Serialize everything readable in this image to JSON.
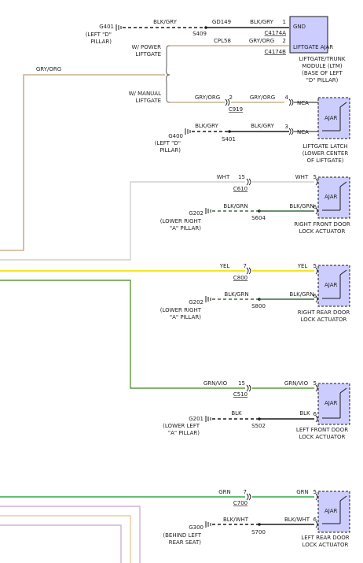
{
  "wire_colors": {
    "blk": "#1a1a1a",
    "gry_org": "#c8b090",
    "wht": "#c8c8c8",
    "yel": "#f2e200",
    "grn": "#2ea84a",
    "blk_grn": "#3d6b3a",
    "grn_vio": "#5a9a3a",
    "vio": "#c7a3c9",
    "org": "#e9c08a",
    "module_fill": "#ccccff"
  },
  "labels": {
    "g401": "G401",
    "g401_loc1": "(LEFT \"D\"",
    "g401_loc2": "PILLAR)",
    "blk_gry": "BLK/GRY",
    "gd149": "GD149",
    "s409": "S409",
    "c4174a": "C4174A",
    "pin1": "1",
    "pin2": "2",
    "pin3": "3",
    "pin4": "4",
    "pin5": "5",
    "pin6": "6",
    "pin7": "7",
    "pin15": "15",
    "gnd": "GND",
    "liftgate_ajar": "LIFTGATE AJAR",
    "ltm_name1": "LIFTGATE/TRUNK",
    "ltm_name2": "MODULE (LTM)",
    "ltm_name3": "(BASE OF LEFT",
    "ltm_name4": "\"D\" PILLAR)",
    "w_power1": "W/ POWER",
    "w_power2": "LIFTGATE",
    "cpl58": "CPL58",
    "gry_org": "GRY/ORG",
    "c4174b": "C4174B",
    "w_manual1": "W/ MANUAL",
    "w_manual2": "LIFTGATE",
    "c919": "C919",
    "nca": "NCA",
    "ajar": "AJAR",
    "g400": "G400",
    "g400_loc1": "(LEFT \"D\"",
    "g400_loc2": "PILLAR)",
    "s401": "S401",
    "latch1": "LIFTGATE LATCH",
    "latch2": "(LOWER CENTER",
    "latch3": "OF LIFTGATE)",
    "wht": "WHT",
    "c610": "C610",
    "blk_grn": "BLK/GRN",
    "g202": "G202",
    "lower_right1": "(LOWER RIGHT",
    "lower_right2": "\"A\" PILLAR)",
    "s604": "S604",
    "rf_name1": "RIGHT FRONT DOOR",
    "rf_name2": "LOCK ACTUATOR",
    "yel": "YEL",
    "c800": "C800",
    "s800": "S800",
    "rr_name1": "RIGHT REAR DOOR",
    "rr_name2": "LOCK ACTUATOR",
    "grn_vio": "GRN/VIO",
    "c510": "C510",
    "blk": "BLK",
    "g201": "G201",
    "lower_left1": "(LOWER LEFT",
    "lower_left2": "\"A\" PILLAR)",
    "s502": "S502",
    "lf_name1": "LEFT FRONT DOOR",
    "lf_name2": "LOCK ACTUATOR",
    "grn": "GRN",
    "c700": "C700",
    "blk_wht": "BLK/WHT",
    "g300": "G300",
    "behind1": "(BEHIND LEFT",
    "behind2": "REAR SEAT)",
    "s700": "S700",
    "lr_name1": "LEFT REAR DOOR",
    "lr_name2": "LOCK ACTUATOR"
  }
}
